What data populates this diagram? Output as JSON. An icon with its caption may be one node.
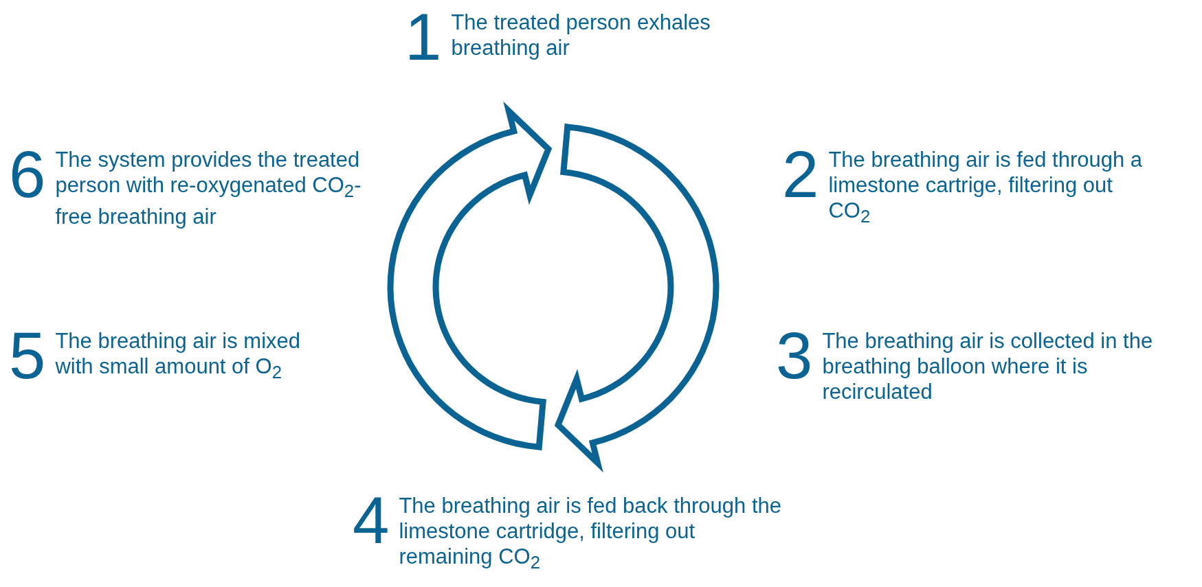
{
  "diagram": {
    "nodes": [
      {
        "text": [
          "1",
          "The treated person exhales breathing air"
        ]
      },
      {
        "text": [
          "2",
          "The breathing air is fed through a limestone cartrige, filtering out CO$_{2}$"
        ]
      },
      {
        "text": [
          "3",
          "The breathing air is collected in the breathing balloon where it is recirculated"
        ]
      },
      {
        "text": [
          "4",
          "The breathing air is fed back through the limestone cartridge, filtering out remaining CO$_{2}$"
        ]
      },
      {
        "text": [
          "5",
          "The breathing air is mixed with small amount of O$_{2}$"
        ]
      },
      {
        "text": [
          "6",
          "The system provides the treated person with re-oxygenated CO$_{2}$-free breathing air"
        ]
      }
    ]
  }
}
